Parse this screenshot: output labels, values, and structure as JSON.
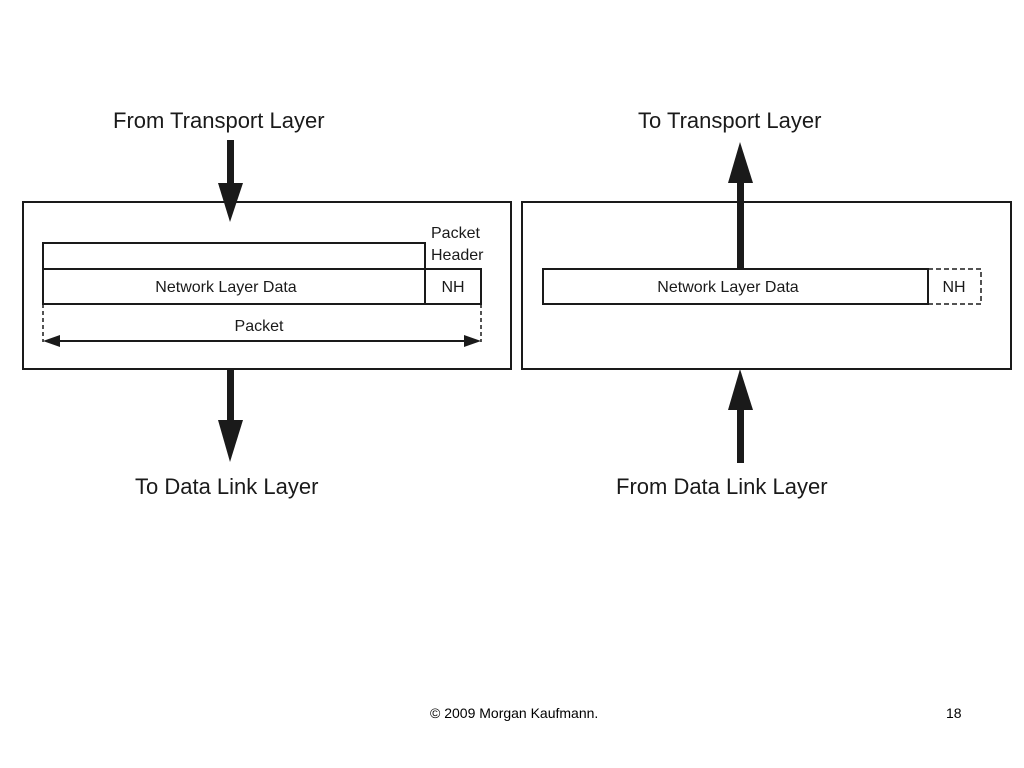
{
  "slide": {
    "copyright": "© 2009 Morgan Kaufmann.",
    "page_number": "18"
  },
  "sending_side": {
    "top_label": "From Transport Layer",
    "bottom_label": "To Data Link Layer",
    "data_label": "Network Layer Data",
    "header_label": "NH",
    "header_caption_line1": "Packet",
    "header_caption_line2": "Header",
    "span_label": "Packet"
  },
  "receiving_side": {
    "top_label": "To Transport Layer",
    "bottom_label": "From Data Link Layer",
    "data_label": "Network Layer Data",
    "header_label": "NH"
  },
  "colors": {
    "ink": "#1a1a1a",
    "background": "#ffffff"
  }
}
